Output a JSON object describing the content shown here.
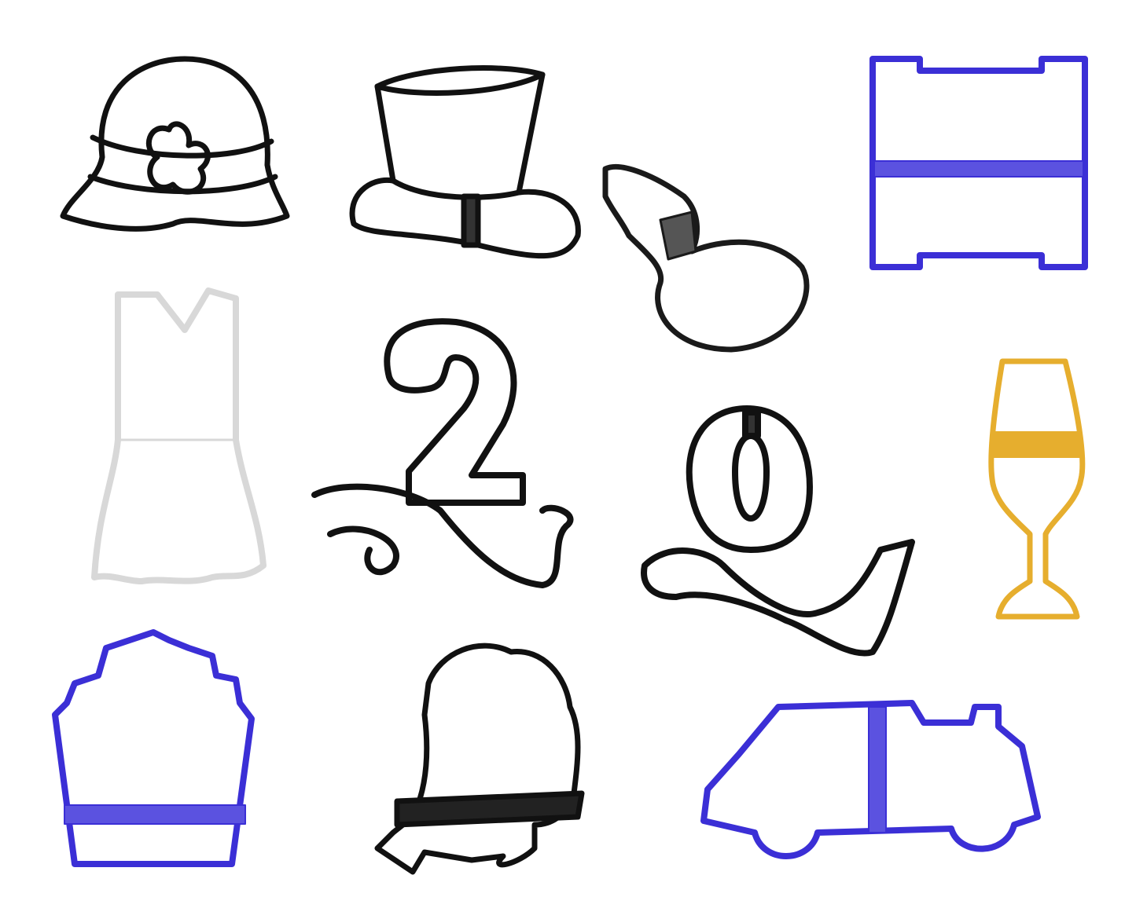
{
  "scene": {
    "background": "#ffffff",
    "items": [
      {
        "name": "cloche-hat-cutter",
        "color": "#111111"
      },
      {
        "name": "top-hat-cutter",
        "color": "#111111"
      },
      {
        "name": "tobacco-pipe-cutter",
        "color": "#1a1a1a"
      },
      {
        "name": "art-deco-frame-cutter",
        "color": "#3b2fd6"
      },
      {
        "name": "flapper-dress-cutter",
        "color": "#e6e6e6"
      },
      {
        "name": "number-2-script-cutter",
        "color": "#111111"
      },
      {
        "name": "number-0-script-cutter",
        "color": "#111111"
      },
      {
        "name": "champagne-glass-cutter",
        "color": "#e6ae2e"
      },
      {
        "name": "art-deco-cake-cutter",
        "color": "#3b2fd6"
      },
      {
        "name": "flapper-head-cutter",
        "color": "#111111"
      },
      {
        "name": "vintage-car-cutter",
        "color": "#3b2fd6"
      }
    ]
  }
}
